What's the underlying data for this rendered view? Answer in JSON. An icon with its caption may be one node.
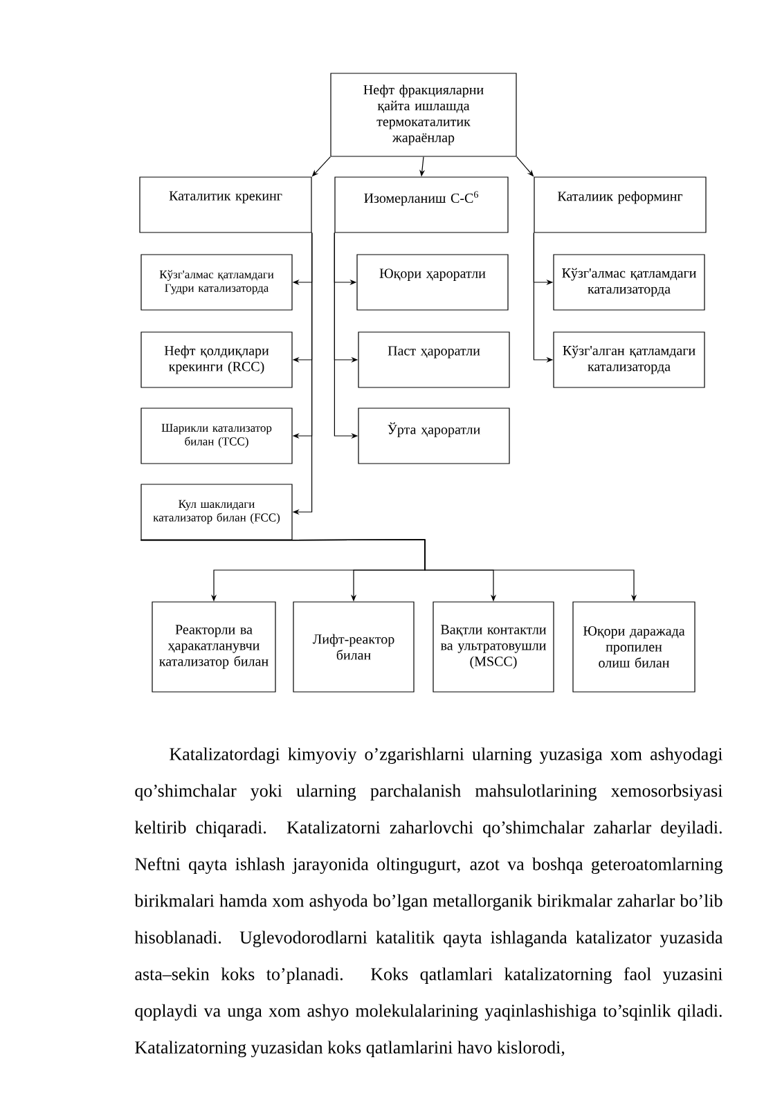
{
  "diagram": {
    "nodes": [
      {
        "text": [
          "Нефт фракцияларни қайта ишлашда термокаталитик жараёнлар"
        ]
      },
      {
        "text": [
          "Каталитик крекинг"
        ]
      },
      {
        "text": [
          "Изомерланиш С-С$^{6}$"
        ]
      },
      {
        "text": [
          "Каталиик реформинг"
        ]
      },
      {
        "text": [
          "Кўзг'алмас қатламдаги Гудри катализаторда"
        ]
      },
      {
        "text": [
          "Нефт қолдиқлари крекинги (RCC)"
        ]
      },
      {
        "text": [
          "Шарикли катализатор билан (TCC)"
        ]
      },
      {
        "text": [
          "Кул шаклидаги катализатор билан (FCC)"
        ]
      },
      {
        "text": [
          "Юқори ҳароратли"
        ]
      },
      {
        "text": [
          "Паст ҳароратли"
        ]
      },
      {
        "text": [
          "Ўрта ҳароратли"
        ]
      },
      {
        "text": [
          "Кўзг'алмас қатламдаги катализаторда"
        ]
      },
      {
        "text": [
          "Кўзг'алган қатламдаги катализаторда"
        ]
      },
      {
        "text": [
          "Реакторли ва ҳаракатланувчи катализатор билан"
        ]
      },
      {
        "text": [
          "Лифт-реактор билан"
        ]
      },
      {
        "text": [
          "Вақтли контактли ва ультратовушли (MSCC)"
        ]
      },
      {
        "text": [
          "Юқори даражада пропилен олиш билан"
        ]
      }
    ],
    "edges": [
      {
        "from": 0,
        "to": 1,
        "arrow": "to"
      },
      {
        "from": 0,
        "to": 2,
        "arrow": "to"
      },
      {
        "from": 0,
        "to": 3,
        "arrow": "to"
      },
      {
        "from": 1,
        "to": 4,
        "arrow": "to"
      },
      {
        "from": 1,
        "to": 5,
        "arrow": "to"
      },
      {
        "from": 1,
        "to": 6,
        "arrow": "to"
      },
      {
        "from": 1,
        "to": 7,
        "arrow": "to"
      },
      {
        "from": 2,
        "to": 8,
        "arrow": "to"
      },
      {
        "from": 2,
        "to": 9,
        "arrow": "to"
      },
      {
        "from": 2,
        "to": 10,
        "arrow": "to"
      },
      {
        "from": 3,
        "to": 11,
        "arrow": "to"
      },
      {
        "from": 3,
        "to": 12,
        "arrow": "to"
      },
      {
        "from": 7,
        "to": 13,
        "arrow": "to"
      },
      {
        "from": 7,
        "to": 14,
        "arrow": "to"
      },
      {
        "from": 7,
        "to": 15,
        "arrow": "to"
      },
      {
        "from": 7,
        "to": 16,
        "arrow": "to"
      }
    ],
    "labels": [
      "Katalizatordagi kimyoviy o’zgarishlarni ularning yuzasiga xom ashyodagi qo’shimchalar yoki ularning parchalanish mahsulotlarining xemosorbsiyasi keltirib chiqaradi. Katalizatorni zaharlovchi qo’shimchalar zaharlar deyiladi. Neftni qayta ishlash jarayonida oltingugurt, azot va boshqa geteroatomlarning birikmalari hamda xom ashyoda bo’lgan metallorganik birikmalar zaharlar bo’lib hisoblanadi. Uglevodorodlarni katalitik qayta ishlaganda katalizator yuzasida asta–sekin koks to’planadi. Koks qatlamlari katalizatorning faol yuzasini qoplaydi va unga xom ashyo molekulalarining yaqinlashishiga to’sqinlik qiladi. Katalizatorning yuzasidan koks qatlamlarini havo kislorodi,"
    ]
  }
}
